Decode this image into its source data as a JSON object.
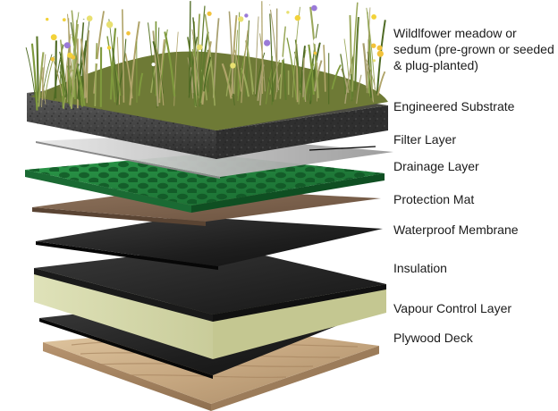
{
  "layers": [
    {
      "label": "Wildlfower meadow or sedum (pre-grown or seeded & plug-planted)",
      "color": "#7a8a3a"
    },
    {
      "label": "Engineered Substrate",
      "color": "#3e3e3e"
    },
    {
      "label": "Filter Layer",
      "color": "#c9c9c9"
    },
    {
      "label": "Drainage Layer",
      "color": "#1f7a3a"
    },
    {
      "label": "Protection Mat",
      "color": "#7a5e47"
    },
    {
      "label": "Waterproof Membrane",
      "color": "#1c1c1c"
    },
    {
      "label": "Insulation",
      "color": "#d9dcb0"
    },
    {
      "label": "Vapour Control Layer",
      "color": "#202020"
    },
    {
      "label": "Plywood Deck",
      "color": "#c7ab84"
    }
  ]
}
